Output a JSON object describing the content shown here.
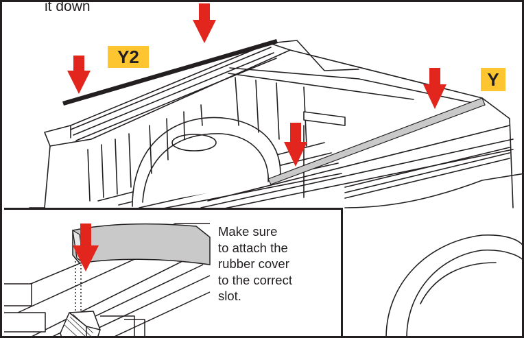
{
  "instruction": {
    "text": "it down"
  },
  "labels": {
    "y2": "Y2",
    "y": "Y"
  },
  "inset": {
    "note_lines": [
      "Make sure",
      "to attach the",
      "rubber cover",
      "to the correct",
      "slot."
    ]
  },
  "colors": {
    "arrow": "#e2261e",
    "badge": "#fdc52f",
    "line": "#231f20",
    "rubber_cover": "#c9c9c9"
  },
  "icons": [
    "down-arrow-icon"
  ]
}
